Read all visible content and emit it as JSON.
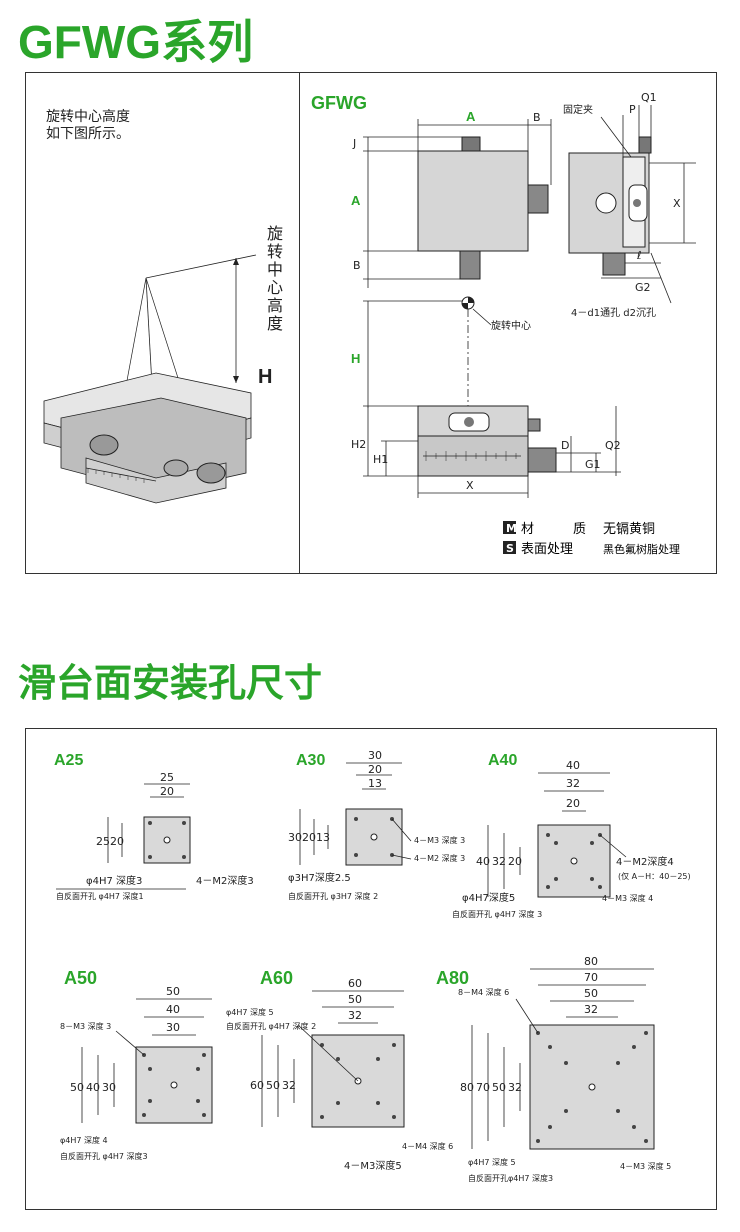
{
  "header1": "GFWG系列",
  "header2": "滑台面安装孔尺寸",
  "left_note": [
    "旋转中心高度",
    "如下图所示。"
  ],
  "rotation_height_label": "旋转中心高度",
  "H_label": "H",
  "diagram": {
    "model": "GFWG",
    "dims": {
      "A": "A",
      "B": "B",
      "J": "J",
      "P": "P",
      "Q1": "Q1",
      "X": "X",
      "l": "ℓ",
      "G2": "G2",
      "H": "H",
      "H2": "H2",
      "H1": "H1",
      "D": "D",
      "G1": "G1",
      "Q2": "Q2"
    },
    "fixing_clamp": "固定夹",
    "rotation_center": "旋转中心",
    "holes": "4－d1通孔 d2沉孔",
    "material_key": "材",
    "material_key2": "质",
    "material_value": "无镉黄铜",
    "surface_key": "表面处理",
    "surface_value": "黑色氟树脂处理",
    "m_badge": "M",
    "s_badge": "S"
  },
  "mounting": {
    "A25": {
      "title": "A25",
      "d25a": "25",
      "d20a": "20",
      "d25b": "25",
      "d20b": "20",
      "pin": "φ4H7 深度3",
      "thread": "4－M2深度3",
      "back": "自反面开孔 φ4H7 深度1"
    },
    "A30": {
      "title": "A30",
      "d30a": "30",
      "d20a": "20",
      "d13a": "13",
      "d30b": "30",
      "d20b": "20",
      "d13b": "13",
      "t1": "4－M3 深度 3",
      "t2": "4－M2 深度 3",
      "pin": "φ3H7深度2.5",
      "back": "自反面开孔 φ3H7 深度 2"
    },
    "A40": {
      "title": "A40",
      "d40a": "40",
      "d32a": "32",
      "d20a": "20",
      "d40b": "40",
      "d32b": "32",
      "d20b": "20",
      "thread": "4－M2深度4",
      "note": "(仅 A－H：40－25)",
      "t2": "4－M3 深度 4",
      "pin": "φ4H7深度5",
      "back": "自反面开孔 φ4H7 深度 3"
    },
    "A50": {
      "title": "A50",
      "d50a": "50",
      "d40a": "40",
      "d30a": "30",
      "d50b": "50",
      "d40b": "40",
      "d30b": "30",
      "t1": "8－M3 深度 3",
      "pin": "φ4H7 深度 4",
      "back": "自反面开孔 φ4H7 深度3"
    },
    "A60": {
      "title": "A60",
      "d60a": "60",
      "d50a": "50",
      "d32a": "32",
      "d60b": "60",
      "d50b": "50",
      "d32b": "32",
      "pin": "φ4H7 深度 5",
      "back": "自反面开孔 φ4H7 深度 2",
      "t1": "4－M4 深度 6",
      "t2": "4－M3深度5"
    },
    "A80": {
      "title": "A80",
      "d80a": "80",
      "d70a": "70",
      "d50a": "50",
      "d32a": "32",
      "d80b": "80",
      "d70b": "70",
      "d50b": "50",
      "d32b": "32",
      "t1": "8－M4 深度 6",
      "pin": "φ4H7 深度 5",
      "back": "自反面开孔φ4H7 深度3",
      "t2": "4－M3 深度 5"
    }
  }
}
